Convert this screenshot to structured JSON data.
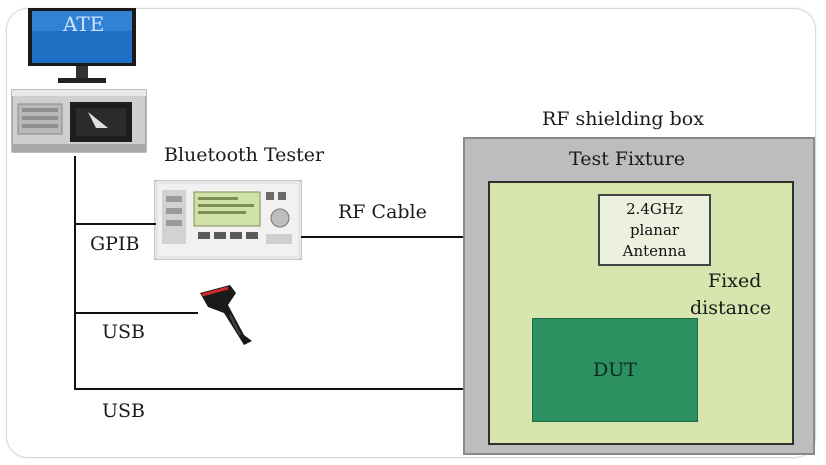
{
  "ate": {
    "label": "ATE"
  },
  "tester": {
    "label": "Bluetooth Tester"
  },
  "shield": {
    "label": "RF shielding box"
  },
  "fixture": {
    "label": "Test Fixture"
  },
  "antenna": {
    "line1": "2.4GHz",
    "line2": "planar",
    "line3": "Antenna"
  },
  "fixed_distance": {
    "line1": "Fixed",
    "line2": "distance"
  },
  "dut": {
    "label": "DUT"
  },
  "links": {
    "rf_cable": "RF Cable",
    "gpib": "GPIB",
    "usb_scanner": "USB",
    "usb_dut": "USB"
  }
}
